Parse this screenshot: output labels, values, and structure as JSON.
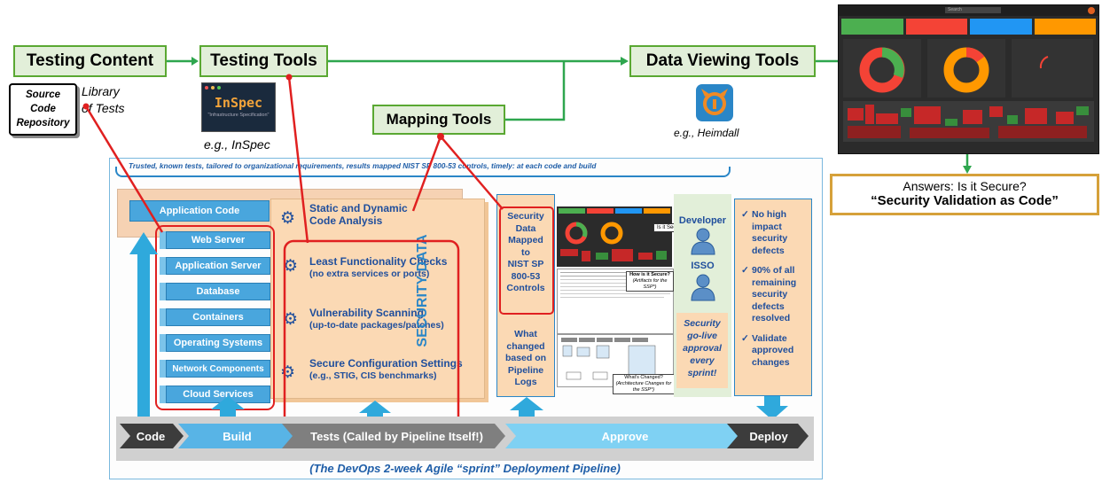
{
  "top_flow": {
    "testing_content": "Testing Content",
    "testing_tools": "Testing Tools",
    "mapping_tools": "Mapping Tools",
    "data_viewing_tools": "Data Viewing Tools"
  },
  "source_repo": {
    "line1": "Source",
    "line2": "Code",
    "line3": "Repository"
  },
  "library": {
    "line1": "Library",
    "line2": "of Tests"
  },
  "inspec": {
    "logo": "InSpec",
    "tagline": "\"Infrastructure Specification\"",
    "caption": "e.g., InSpec"
  },
  "heimdall": {
    "caption": "e.g., Heimdall"
  },
  "answer": {
    "line1": "Answers: Is it Secure?",
    "line2": "“Security Validation as Code”"
  },
  "banner": "Trusted, known tests, tailored to organizational requirements, results mapped NIST SP 800-53 controls, timely: at each code and build",
  "app_code": "Application Code",
  "tiers": [
    "Web Server",
    "Application Server",
    "Database",
    "Containers",
    "Operating Systems",
    "Network Components",
    "Cloud Services"
  ],
  "steps": [
    {
      "title": "Static and Dynamic",
      "sub": "Code Analysis"
    },
    {
      "title": "Least Functionality Checks",
      "sub": "(no extra services or ports)"
    },
    {
      "title": "Vulnerability Scanning",
      "sub": "(up-to-date packages/patches)"
    },
    {
      "title": "Secure Configuration Settings",
      "sub": "(e.g., STIG, CIS benchmarks)"
    }
  ],
  "security_data": "SECURITY DATA",
  "mapped": {
    "l1": "Security",
    "l2": "Data",
    "l3": "Mapped",
    "l4": "to",
    "l5": "NIST SP",
    "l6": "800-53",
    "l7": "Controls"
  },
  "changed": {
    "l1": "What",
    "l2": "changed",
    "l3": "based on",
    "l4": "Pipeline",
    "l5": "Logs"
  },
  "snap": {
    "secure_q": "How is it Secure?",
    "secure_sub": "(Artifacts for the SSP*)",
    "changed_q": "What's Changed?",
    "changed_sub": "(Architecture Changes for the SSP*)",
    "is_secure": "Is it Secure?"
  },
  "roles": {
    "developer": "Developer",
    "isso": "ISSO",
    "golive": [
      "Security",
      "go-live",
      "approval",
      "every",
      "sprint!"
    ]
  },
  "criteria": [
    [
      "No high",
      "impact",
      "security",
      "defects"
    ],
    [
      "90% of all",
      "remaining",
      "security",
      "defects",
      "resolved"
    ],
    [
      "Validate",
      "approved",
      "changes"
    ]
  ],
  "pipeline": {
    "code": "Code",
    "build": "Build",
    "tests": "Tests (Called by Pipeline Itself!)",
    "approve": "Approve",
    "deploy": "Deploy"
  },
  "pipeline_caption": "(The DevOps 2-week Agile “sprint” Deployment Pipeline)",
  "dashboard": {
    "search": "Search"
  },
  "colors": {
    "green": "#5aa832",
    "blue": "#2a7fb5",
    "red": "#e02020",
    "orange": "#f4a13a"
  }
}
